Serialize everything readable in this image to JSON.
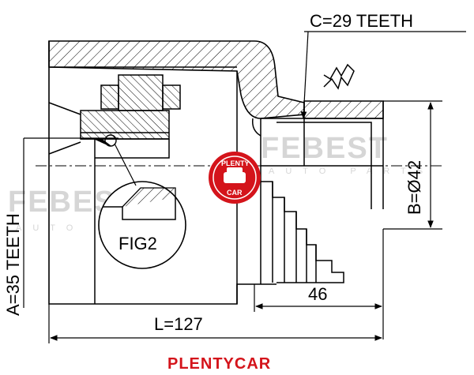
{
  "diagram": {
    "teeth_outer_label": "C=29 TEETH",
    "teeth_inner_label": "A=35 TEETH",
    "diameter_label": "B=Ø42",
    "length_label": "L=127",
    "shaft_length_label": "46",
    "figure_label": "FIG2"
  },
  "watermark": {
    "brand_text": "PLENTYCAR",
    "logo_text": "FEBEST",
    "logo_subtext": "AUTO PARTS",
    "badge_top": "PLENTY",
    "badge_bottom": "CAR"
  },
  "colors": {
    "brand_red": "#d4141b",
    "line": "#000000",
    "watermark_gray": "#d6d6d6"
  }
}
